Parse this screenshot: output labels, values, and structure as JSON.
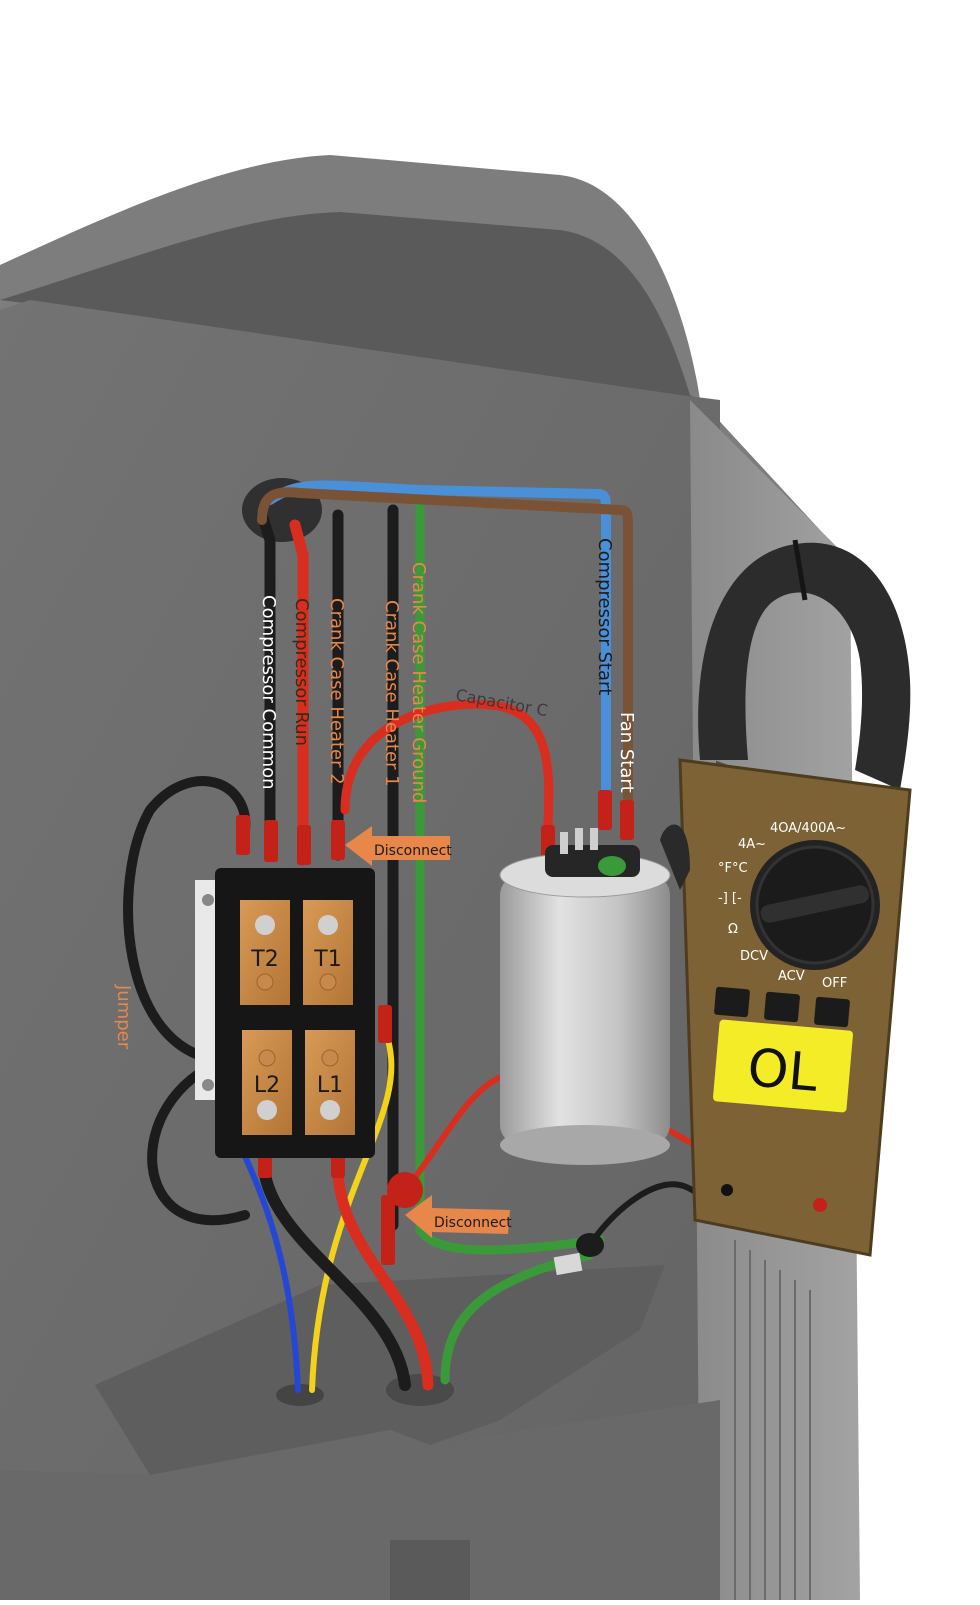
{
  "diagram": {
    "wire_labels": {
      "compressor_common": "Compressor Common",
      "compressor_run": "Compressor Run",
      "crank_case_heater_2": "Crank Case Heater 2",
      "crank_case_heater_1": "Crank Case Heater 1",
      "crank_case_heater_ground": "Crank Case Heater Ground",
      "compressor_start": "Compressor Start",
      "fan_start": "Fan Start",
      "jumper": "Jumper"
    },
    "capacitor_label": "Capacitor C",
    "callouts": {
      "disconnect_top": "Disconnect",
      "disconnect_bottom": "Disconnect"
    },
    "contactor_terminals": {
      "t2": "T2",
      "t1": "T1",
      "l2": "L2",
      "l1": "L1"
    },
    "meter": {
      "display": "OL",
      "dial_labels": {
        "range_high": "4OA/400A~",
        "range_low": "4A~",
        "temp": "°F°C",
        "cap": "-] [-",
        "ohm": "Ω",
        "dcv": "DCV",
        "acv": "ACV",
        "off": "OFF"
      }
    },
    "colors": {
      "wire_black": "#1c1c1c",
      "wire_red": "#d92d20",
      "wire_blue": "#4a90d9",
      "wire_brown": "#7a5236",
      "wire_green": "#3a9a3a",
      "wire_yellow": "#f2d21b",
      "wire_lead_blue": "#2447d6",
      "callout_orange": "#e8874a",
      "meter_body": "#7c6235",
      "meter_display": "#f4ec27",
      "cabinet": "#6b6b6b"
    }
  }
}
